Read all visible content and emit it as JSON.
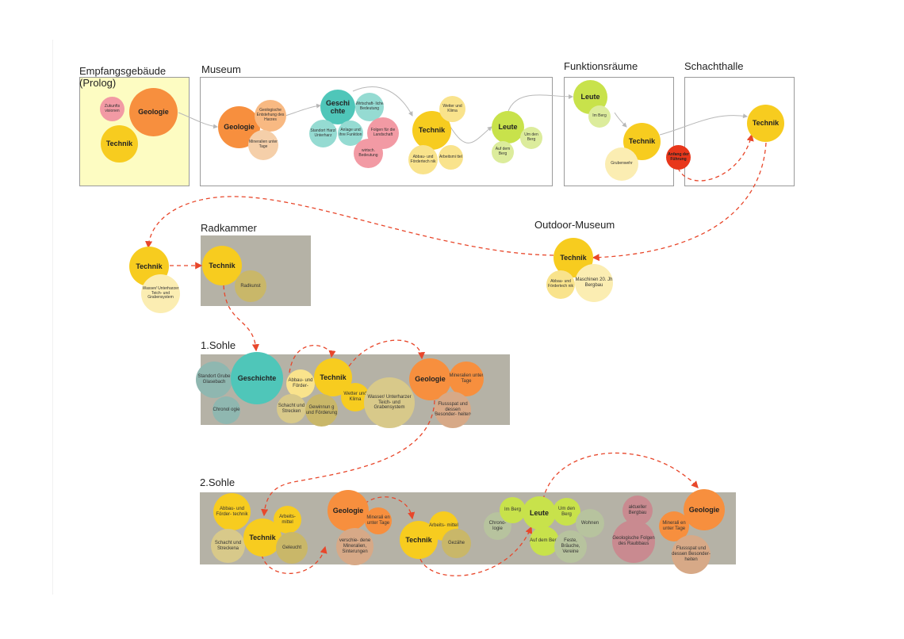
{
  "colors": {
    "technik": "#f7cc1f",
    "technik_light": "#f9e38c",
    "technik_pale": "#fbedb2",
    "geologie": "#f78f3e",
    "geologie_light": "#f8b982",
    "geologie_pale": "#f5cfa9",
    "geschichte": "#4fc6b9",
    "geschichte_light": "#95dbd2",
    "leute": "#c8e24b",
    "leute_light": "#dcec9c",
    "rose": "#f29aa4",
    "rose_light": "#eebcc0",
    "red": "#e8371b",
    "arrow_dashed": "#e8472b",
    "arrow_gray": "#b8b8b8",
    "olive": "#c9b769",
    "olive_light": "#d8c98a",
    "teal_gray": "#8fb7b0",
    "gray_green": "#b7c39e",
    "gray_rose": "#c98a90"
  },
  "sections": {
    "empfang": "Empfangsgebäude\n(Prolog)",
    "museum": "Museum",
    "funktion": "Funktionsräume",
    "schacht": "Schachthalle",
    "radkammer": "Radkammer",
    "outdoor": "Outdoor-Museum",
    "sohle1": "1.Sohle",
    "sohle2": "2.Sohle"
  },
  "bubbles": {
    "e_zukunft": "Zukunfts visionen",
    "e_geologie": "Geologie",
    "e_technik": "Technik",
    "m_geologie": "Geologie",
    "m_geo_entstehung": "Geologische Entstehung des Harzes",
    "m_mineralien": "Mineralien unter Tage",
    "m_geschichte": "Geschi chte",
    "m_wirtschaft": "Wirtschaft- liche Bedeutung",
    "m_standort": "Standort Harz/ Unterharz",
    "m_anlage": "Anlage und ihre Funktion",
    "m_folgen": "Folgen für die Landschaft",
    "m_wirtsch_bed": "wirtsch. Bedeutung",
    "m_technik": "Technik",
    "m_wetter": "Wetter und Klima",
    "m_abbau": "Abbau- und Fördertech nik",
    "m_arbeitsmittel": "Arbeitsmi ttel",
    "m_leute": "Leute",
    "m_um_berg": "Um den Berg",
    "m_auf_berg": "Auf dem Berg",
    "f_leute": "Leute",
    "f_im_berg": "Im Berg",
    "f_technik": "Technik",
    "f_grubenwehr": "Grubenwehr",
    "f_anfang": "Anfang der Führung",
    "s_technik": "Technik",
    "r_technik_outside": "Technik",
    "r_wasser": "Wasser/ Unterharzer Teich- und Grabensystem",
    "r_technik": "Technik",
    "r_radkunst": "Radkunst",
    "o_technik": "Technik",
    "o_abbau": "Abbau- und Fördertech nik",
    "o_maschinen": "Maschinen 20. Jh Bergbau",
    "s1_standort": "Standort Grube Glasebach",
    "s1_geschichte": "Geschichte",
    "s1_chronologie": "Chronol ogie",
    "s1_abbau": "Abbau- und Förder-",
    "s1_technik": "Technik",
    "s1_schacht": "Schacht und Strecken",
    "s1_gewinnung": "Gewinnun g und Förderung",
    "s1_wetter": "Wetter und Klima",
    "s1_wasser": "Wasser/ Unterharzer Teich- und Grabensystem",
    "s1_geologie": "Geologie",
    "s1_mineralien": "Mineralien unter Tage",
    "s1_flussspat": "Flussspat und dessen Besonder- heiten",
    "s2_abbau": "Abbau- und Förder- technik",
    "s2_schacht": "Schacht und Streckena",
    "s2_technik": "Technik",
    "s2_arbeitsmittel": "Arbeits- mittel",
    "s2_geleucht": "Geleucht",
    "s2_geologie": "Geologie",
    "s2_mineralien": "Minerali en unter Tage",
    "s2_verschiedene": "verschie- dene Mineralien, Sinterungen",
    "s2_technik2": "Technik",
    "s2_arbeitsmittel2": "Arbeits- mittel",
    "s2_gezaehe": "Gezähe",
    "s2_chronologie": "Chrono- logie",
    "s2_im_berg": "Im Berg",
    "s2_leute": "Leute",
    "s2_um_berg": "Um den Berg",
    "s2_auf_berg": "Auf dem Berg",
    "s2_feste": "Feste, Bräuche, Vereine",
    "s2_wohnen": "Wohnen",
    "s2_bergbau": "aktueller Bergbau",
    "s2_geo_folgen": "Geologische Folgen des Raubbaus",
    "s2_geologie2": "Geologie",
    "s2_mineralien2": "Minerali en unter Tage",
    "s2_flussspat": "Flussspat und dessen Besonder- heiten"
  }
}
